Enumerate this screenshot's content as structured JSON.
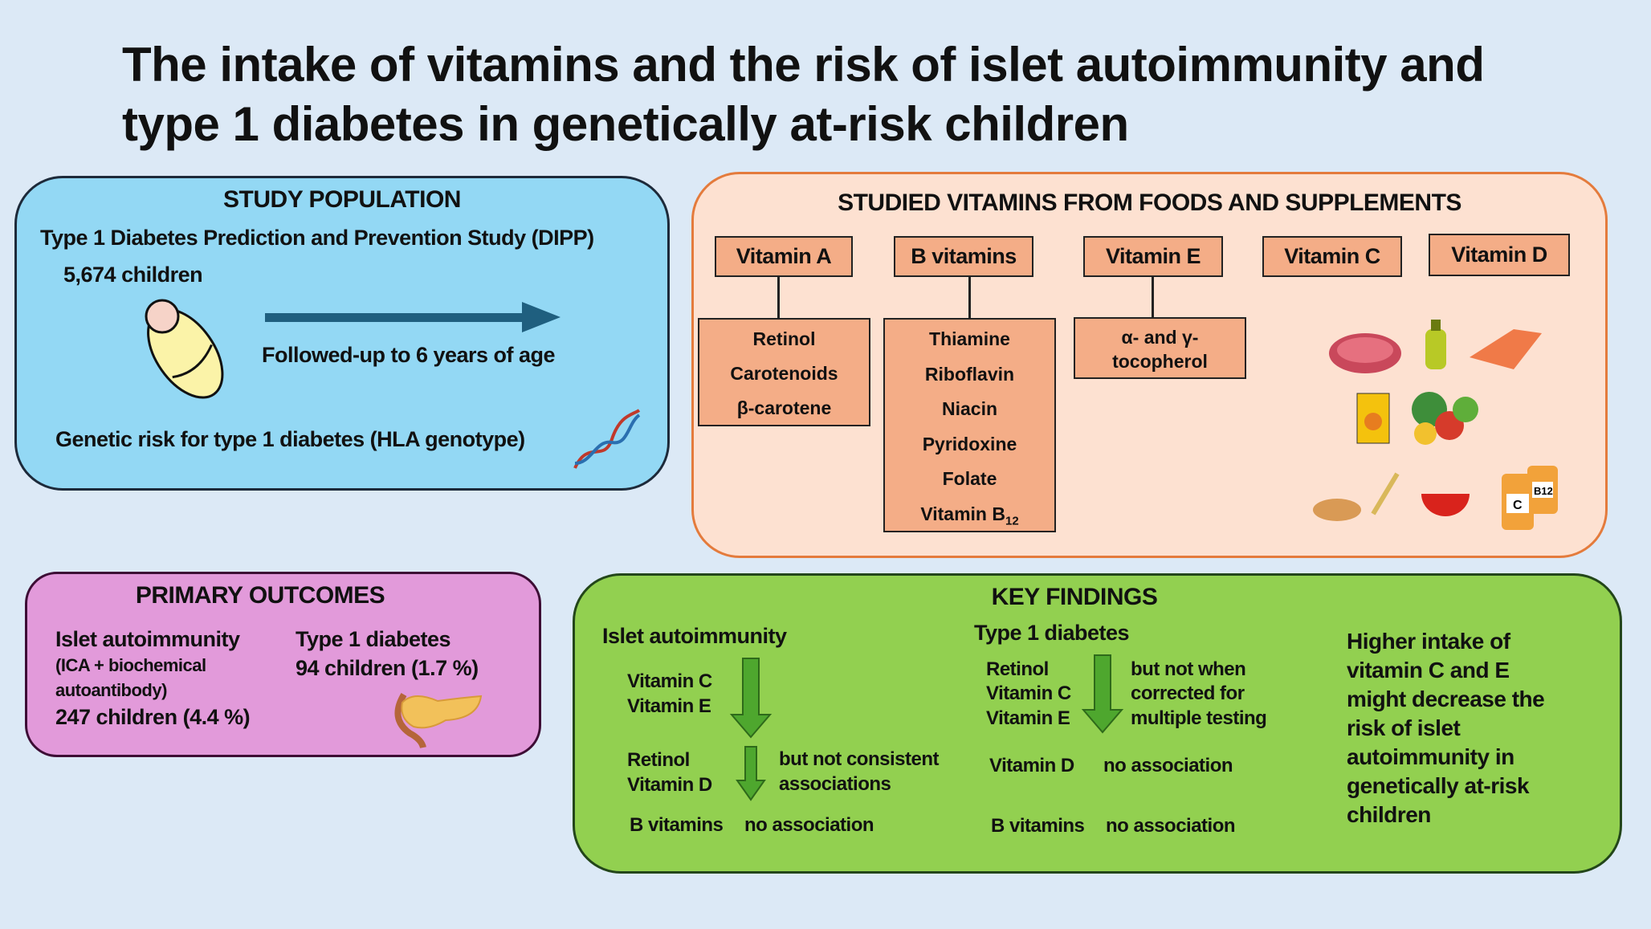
{
  "title": {
    "line1": "The intake of vitamins and the risk of islet autoimmunity and",
    "line2": "type 1 diabetes in genetically at-risk children"
  },
  "study_population": {
    "heading": "STUDY POPULATION",
    "study": "Type 1 Diabetes Prediction and Prevention Study (DIPP)",
    "children": "5,674 children",
    "followup": "Followed-up to 6 years of age",
    "genetic": "Genetic risk for type 1 diabetes (HLA genotype)",
    "icons": [
      "baby-icon",
      "arrow-right-icon",
      "dna-icon"
    ]
  },
  "vitamins": {
    "heading": "STUDIED VITAMINS FROM FOODS AND SUPPLEMENTS",
    "headers": [
      "Vitamin A",
      "B vitamins",
      "Vitamin E",
      "Vitamin C",
      "Vitamin D"
    ],
    "vitamin_a": [
      "Retinol",
      "Carotenoids",
      "β-carotene"
    ],
    "b_vitamins": [
      "Thiamine",
      "Riboflavin",
      "Niacin",
      "Pyridoxine",
      "Folate",
      "Vitamin B"
    ],
    "b12_subscript": "12",
    "vitamin_e": [
      "α- and γ-",
      "tocopherol"
    ],
    "supplement_label_c": "C",
    "supplement_label_b12": "B12",
    "food_icons": [
      "meat-icon",
      "olive-oil-icon",
      "salmon-icon",
      "juice-icon",
      "vegetables-icon",
      "bread-icon",
      "wheat-icon",
      "cereal-bowl-icon",
      "supplement-bottles-icon"
    ]
  },
  "primary_outcomes": {
    "heading": "PRIMARY OUTCOMES",
    "islet": {
      "label": "Islet autoimmunity",
      "detail1": "(ICA + biochemical",
      "detail2": "autoantibody)",
      "count": "247 children (4.4 %)"
    },
    "t1d": {
      "label": "Type 1 diabetes",
      "count": "94 children (1.7 %)"
    },
    "icon": "pancreas-icon"
  },
  "key_findings": {
    "heading": "KEY FINDINGS",
    "islet": {
      "label": "Islet autoimmunity",
      "decrease": [
        "Vitamin C",
        "Vitamin E"
      ],
      "weak": [
        "Retinol",
        "Vitamin D"
      ],
      "weak_note": [
        "but not consistent",
        "associations"
      ],
      "none_label": "B vitamins",
      "none_note": "no association"
    },
    "t1d": {
      "label": "Type 1 diabetes",
      "decrease": [
        "Retinol",
        "Vitamin C",
        "Vitamin E"
      ],
      "decrease_note": [
        "but not when",
        "corrected for",
        "multiple testing"
      ],
      "vitd_label": "Vitamin D",
      "vitd_note": "no association",
      "none_label": "B vitamins",
      "none_note": "no association"
    },
    "conclusion": [
      "Higher intake of",
      "vitamin C and E",
      "might decrease the",
      "risk of islet",
      "autoimmunity in",
      "genetically at-risk",
      "children"
    ]
  },
  "colors": {
    "study_fill": "#93d8f4",
    "vitamins_fill": "#fde1d1",
    "vitamins_border": "#e47b3c",
    "outcomes_fill": "#e29ada",
    "findings_fill": "#92d050",
    "arrow_green": "#4ea72e",
    "arrow_blue": "#1f5f7f"
  }
}
